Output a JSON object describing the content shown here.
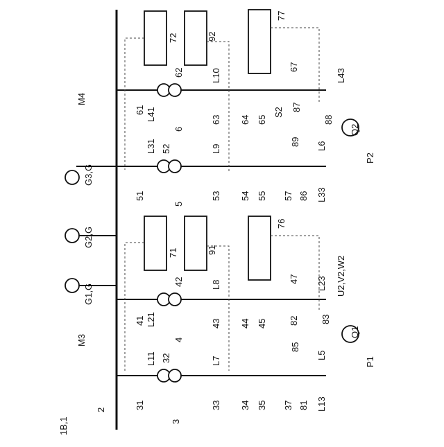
{
  "figure_label": "1B,1",
  "main_bus": {
    "ref": "2"
  },
  "machines": {
    "m3": "M3",
    "m4": "M4"
  },
  "generators": [
    "G1,G",
    "G2,G",
    "G3,G"
  ],
  "subsystems": {
    "s3": "3",
    "s4": "4",
    "s5": "5",
    "s6": "6"
  },
  "breakers": {
    "b31": "31",
    "b41": "41",
    "b51": "51",
    "b61": "61",
    "b33": "33",
    "b43": "43",
    "b53": "53",
    "b63": "63"
  },
  "converters_1": {
    "c34": "34",
    "c44": "44",
    "c54": "54",
    "c64": "64"
  },
  "rectifiers": {
    "r35": "35",
    "r45": "45",
    "r55": "55",
    "r65": "65"
  },
  "inverters": {
    "i37": "37",
    "i47": "47",
    "i57": "57",
    "i67": "67"
  },
  "transformers": {
    "t32": "32",
    "t42": "42",
    "t52": "52",
    "t62": "62"
  },
  "cabinets": {
    "c71": "71",
    "c72": "72",
    "c91": "91",
    "c92": "92",
    "c76": "76",
    "c77": "77"
  },
  "lines": {
    "L11": "L11",
    "L21": "L21",
    "L31": "L31",
    "L41": "L41",
    "L7": "L7",
    "L8": "L8",
    "L9": "L9",
    "L10": "L10",
    "L13": "L13",
    "L23": "L23",
    "L33": "L33",
    "L43": "L43",
    "L5": "L5",
    "L6": "L6"
  },
  "nodes": {
    "n81": "81",
    "n82": "82",
    "n83": "83",
    "n85": "85",
    "n86": "86",
    "n87": "87",
    "n88": "88",
    "n89": "89"
  },
  "motors": {
    "q1": "Q1",
    "q2": "Q2",
    "p1": "P1",
    "p2": "P2",
    "uvw": "U2,V2,W2",
    "s2": "S2"
  }
}
